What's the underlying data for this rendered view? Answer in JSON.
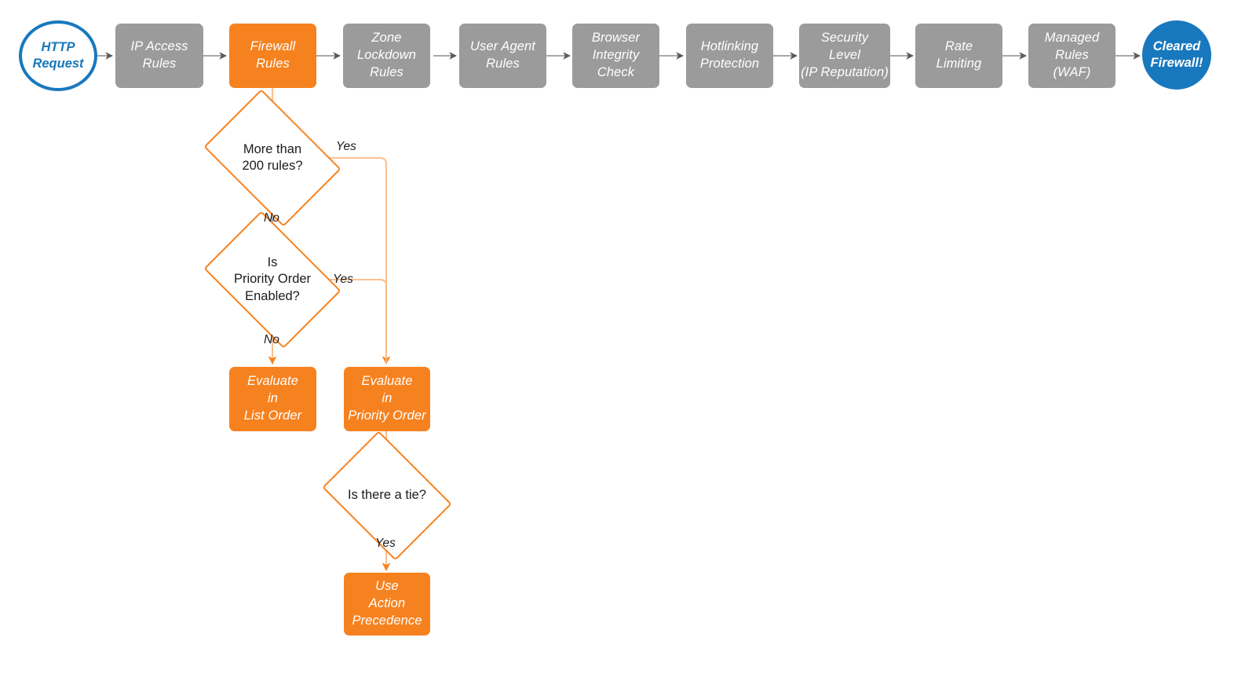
{
  "diagram": {
    "title": "Cloudflare firewall evaluation order flowchart",
    "colors": {
      "orange": "#f6821f",
      "orange_light": "#fbb882",
      "gray": "#9b9b9b",
      "gray_line": "#8c8c8c",
      "blue": "#1878be",
      "text_dark": "#1b1b1b",
      "white": "#ffffff"
    },
    "pipeline": [
      {
        "id": "http-request",
        "label": "HTTP\nRequest",
        "shape": "circle-hollow",
        "color": "#1878be"
      },
      {
        "id": "ip-access-rules",
        "label": "IP Access\nRules",
        "shape": "process",
        "color": "#9b9b9b"
      },
      {
        "id": "firewall-rules",
        "label": "Firewall\nRules",
        "shape": "process",
        "color": "#f6821f"
      },
      {
        "id": "zone-lockdown-rules",
        "label": "Zone\nLockdown\nRules",
        "shape": "process",
        "color": "#9b9b9b"
      },
      {
        "id": "user-agent-rules",
        "label": "User Agent\nRules",
        "shape": "process",
        "color": "#9b9b9b"
      },
      {
        "id": "browser-integrity",
        "label": "Browser\nIntegrity\nCheck",
        "shape": "process",
        "color": "#9b9b9b"
      },
      {
        "id": "hotlinking",
        "label": "Hotlinking\nProtection",
        "shape": "process",
        "color": "#9b9b9b"
      },
      {
        "id": "security-level",
        "label": "Security\nLevel\n(IP Reputation)",
        "shape": "process",
        "color": "#9b9b9b"
      },
      {
        "id": "rate-limiting",
        "label": "Rate\nLimiting",
        "shape": "process",
        "color": "#9b9b9b"
      },
      {
        "id": "managed-rules",
        "label": "Managed\nRules\n(WAF)",
        "shape": "process",
        "color": "#9b9b9b"
      },
      {
        "id": "cleared-firewall",
        "label": "Cleared\nFirewall!",
        "shape": "circle-filled",
        "color": "#1878be"
      }
    ],
    "decisions": [
      {
        "id": "more-than-200-rules",
        "label": "More than\n200 rules?"
      },
      {
        "id": "is-priority-order",
        "label": "Is\nPriority Order\nEnabled?"
      },
      {
        "id": "is-there-a-tie",
        "label": "Is there a tie?"
      }
    ],
    "outcomes": [
      {
        "id": "evaluate-list-order",
        "label": "Evaluate\nin\nList Order"
      },
      {
        "id": "evaluate-priority-order",
        "label": "Evaluate\nin\nPriority Order"
      },
      {
        "id": "use-action-precedence",
        "label": "Use\nAction\nPrecedence"
      }
    ],
    "edge_labels": {
      "more_than_200_yes": "Yes",
      "more_than_200_no": "No",
      "priority_order_yes": "Yes",
      "priority_order_no": "No",
      "tie_yes": "Yes"
    }
  }
}
